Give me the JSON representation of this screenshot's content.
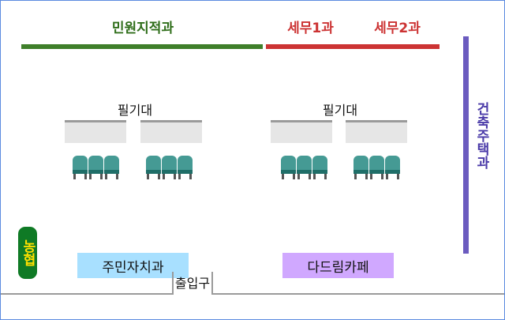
{
  "departments": {
    "civil_cadastral": "민원지적과",
    "tax1": "세무1과",
    "tax2": "세무2과",
    "construction_housing": "건축주택과",
    "nonghyup": "농협",
    "resident_autonomy": "주민자치과",
    "cafe": "다드림카페",
    "entrance": "출입구"
  },
  "writing_desks": [
    {
      "label": "필기대"
    },
    {
      "label": "필기대"
    }
  ],
  "colors": {
    "civil_green": "#3f7f2a",
    "tax_red": "#cc3333",
    "construction_purple": "#6b5bbf",
    "nonghyup_green": "#0f7a25",
    "nonghyup_yellow": "#ffe000",
    "resident_blue": "#a8e0ff",
    "cafe_purple": "#d0a8ff",
    "chair_teal": "#459a94"
  }
}
